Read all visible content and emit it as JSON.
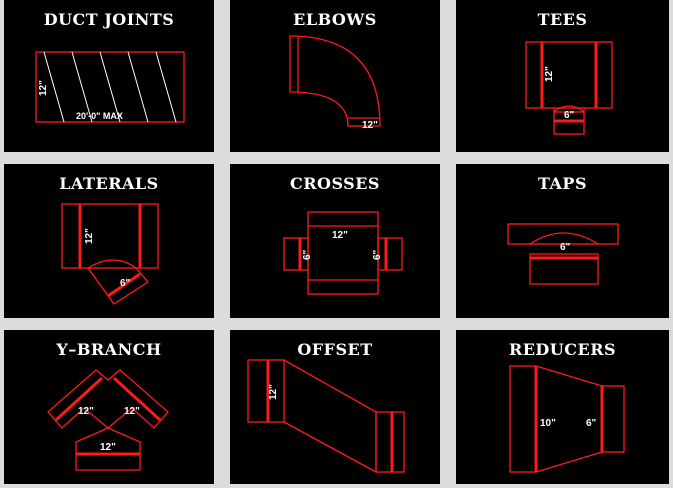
{
  "panels": [
    {
      "id": "duct-joints",
      "title": "DUCT  JOINTS",
      "labels": {
        "height": "12\"",
        "length": "20'-0\" MAX"
      }
    },
    {
      "id": "elbows",
      "title": "ELBOWS",
      "labels": {
        "size": "12\""
      }
    },
    {
      "id": "tees",
      "title": "TEES",
      "labels": {
        "main": "12\"",
        "branch": "6\""
      }
    },
    {
      "id": "laterals",
      "title": "LATERALS",
      "labels": {
        "main": "12\"",
        "branch": "6\""
      }
    },
    {
      "id": "crosses",
      "title": "CROSSES",
      "labels": {
        "main": "12\"",
        "left": "6\"",
        "right": "6\""
      }
    },
    {
      "id": "taps",
      "title": "TAPS",
      "labels": {
        "tap": "6\""
      }
    },
    {
      "id": "y-branch",
      "title": "Y–BRANCH",
      "labels": {
        "left": "12\"",
        "right": "12\"",
        "bottom": "12\""
      }
    },
    {
      "id": "offset",
      "title": "OFFSET",
      "labels": {
        "size": "12\""
      }
    },
    {
      "id": "reducers",
      "title": "REDUCERS",
      "labels": {
        "large": "10\"",
        "small": "6\""
      }
    }
  ],
  "colors": {
    "background": "#000000",
    "line": "#ff1a1a",
    "text": "#ffffff",
    "gutter": "#dcdcdc"
  }
}
